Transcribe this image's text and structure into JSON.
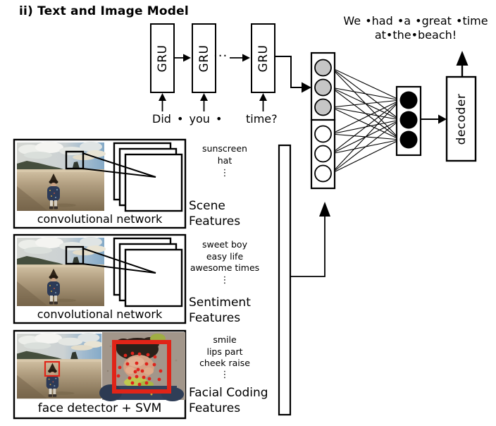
{
  "title": "ii) Text and Image Model",
  "colors": {
    "stroke": "#000000",
    "gray_node": "#c6c6c6",
    "black_node": "#000000",
    "detector_red": "#e02418"
  },
  "rnn": {
    "gru_label": "GRU",
    "between_ellipsis": "...",
    "input_left": "Did • you •",
    "input_right": "time?"
  },
  "output": {
    "line1": "We •had •a •great •time",
    "line2": "at•the•beach!"
  },
  "decoder": {
    "label": "decoder"
  },
  "panels": [
    {
      "caption": "convolutional network",
      "keywords": [
        "sunscreen",
        "hat"
      ],
      "more": "⋮",
      "feature_line1": "Scene",
      "feature_line2": "Features"
    },
    {
      "caption": "convolutional network",
      "keywords": [
        "sweet boy",
        "easy life",
        "awesome times"
      ],
      "more": "⋮",
      "feature_line1": "Sentiment",
      "feature_line2": "Features"
    },
    {
      "caption": "face detector + SVM",
      "keywords": [
        "smile",
        "lips part",
        "cheek raise"
      ],
      "more": "⋮",
      "feature_line1": "Facial Coding",
      "feature_line2": "Features"
    }
  ]
}
